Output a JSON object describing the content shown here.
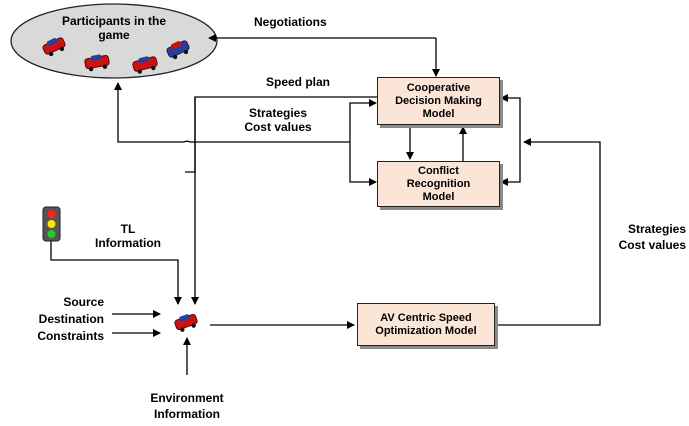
{
  "participants": {
    "title_line1": "Participants in the",
    "title_line2": "game"
  },
  "labels": {
    "negotiations": "Negotiations",
    "speed_plan": "Speed plan",
    "strategies_top_line1": "Strategies",
    "strategies_top_line2": "Cost values",
    "tl_line1": "TL",
    "tl_line2": "Information",
    "inputs_line1": "Source",
    "inputs_line2": "Destination",
    "inputs_line3": "Constraints",
    "env_line1": "Environment",
    "env_line2": "Information",
    "strategies_right_line1": "Strategies",
    "strategies_right_line2": "Cost values"
  },
  "boxes": {
    "cdm": [
      "Cooperative",
      "Decision Making",
      "Model"
    ],
    "conflict": [
      "Conflict",
      "Recognition",
      "Model"
    ],
    "av": [
      "AV Centric Speed",
      "Optimization Model"
    ]
  },
  "colors": {
    "box_fill": "#fbe5d6",
    "ellipse_fill": "#d9d9d9",
    "car_body": "#cc1111",
    "car_blue": "#2a3f9a",
    "light_red": "#ff2020",
    "light_yellow": "#ffe600",
    "light_green": "#22cc22"
  }
}
